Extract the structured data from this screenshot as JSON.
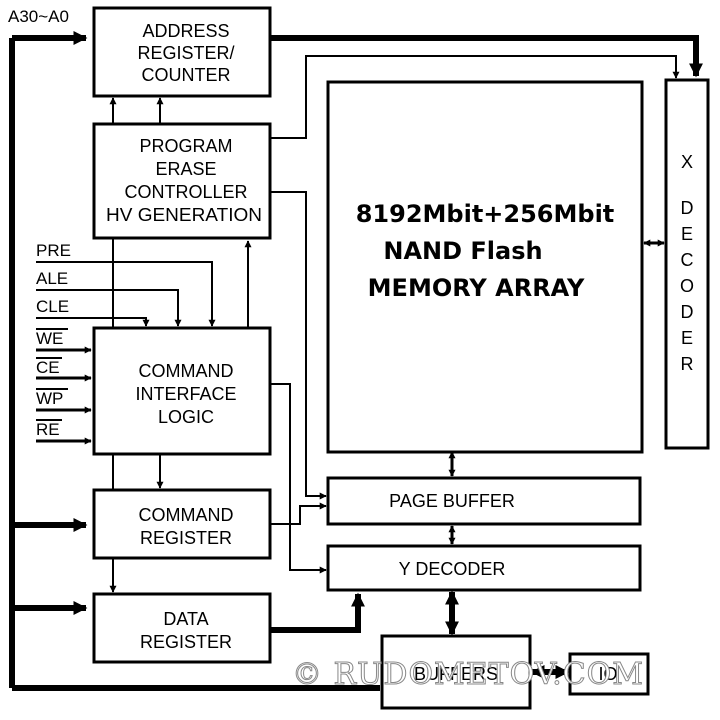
{
  "bus_label": "A30~A0",
  "blocks": {
    "address_register": [
      "ADDRESS",
      "REGISTER/",
      "COUNTER"
    ],
    "program_controller": [
      "PROGRAM",
      "ERASE",
      "CONTROLLER",
      "HV GENERATION"
    ],
    "command_interface": [
      "COMMAND",
      "INTERFACE",
      "LOGIC"
    ],
    "command_register": [
      "COMMAND",
      "REGISTER"
    ],
    "data_register": [
      "DATA",
      "REGISTER"
    ],
    "memory_array": [
      "8192Mbit+256Mbit",
      "NAND Flash",
      "MEMORY ARRAY"
    ],
    "x_decoder": [
      "X",
      "D",
      "E",
      "C",
      "O",
      "D",
      "E",
      "R"
    ],
    "page_buffer": "PAGE BUFFER",
    "y_decoder": "Y DECODER",
    "buffers": "BUFFERS",
    "io": "IO"
  },
  "signals": [
    "PRE",
    "ALE",
    "CLE",
    "WE",
    "CE",
    "WP",
    "RE"
  ],
  "watermark": "© RUDOMETOV.COM"
}
